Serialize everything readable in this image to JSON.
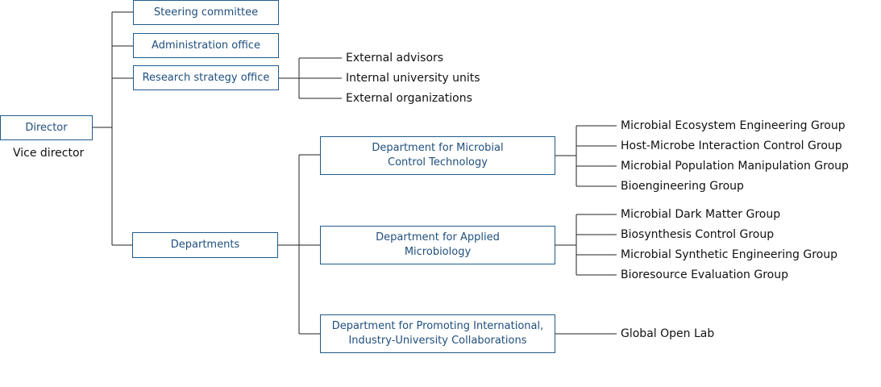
{
  "director": {
    "label": "Director",
    "sub": "Vice director"
  },
  "top_units": [
    {
      "label": "Steering committee"
    },
    {
      "label": "Administration office"
    },
    {
      "label": "Research strategy office"
    }
  ],
  "research_strategy_links": [
    "External advisors",
    "Internal university units",
    "External organizations"
  ],
  "departments": {
    "label": "Departments",
    "items": [
      {
        "line1": "Department for Microbial",
        "line2": "Control Technology",
        "groups": [
          "Microbial Ecosystem Engineering  Group",
          "Host-Microbe Interaction Control Group",
          "Microbial Population Manipulation Group",
          "Bioengineering Group"
        ]
      },
      {
        "line1": "Department for Applied",
        "line2": "Microbiology",
        "groups": [
          "Microbial Dark Matter Group",
          "Biosynthesis Control Group",
          "Microbial Synthetic Engineering Group",
          "Bioresource Evaluation Group"
        ]
      },
      {
        "line1": "Department for Promoting International,",
        "line2": "Industry-University Collaborations",
        "groups": [
          "Global Open Lab"
        ]
      }
    ]
  },
  "colors": {
    "box_border": "#1f5b8c",
    "box_text": "#1f4f7d",
    "line": "#222222"
  }
}
